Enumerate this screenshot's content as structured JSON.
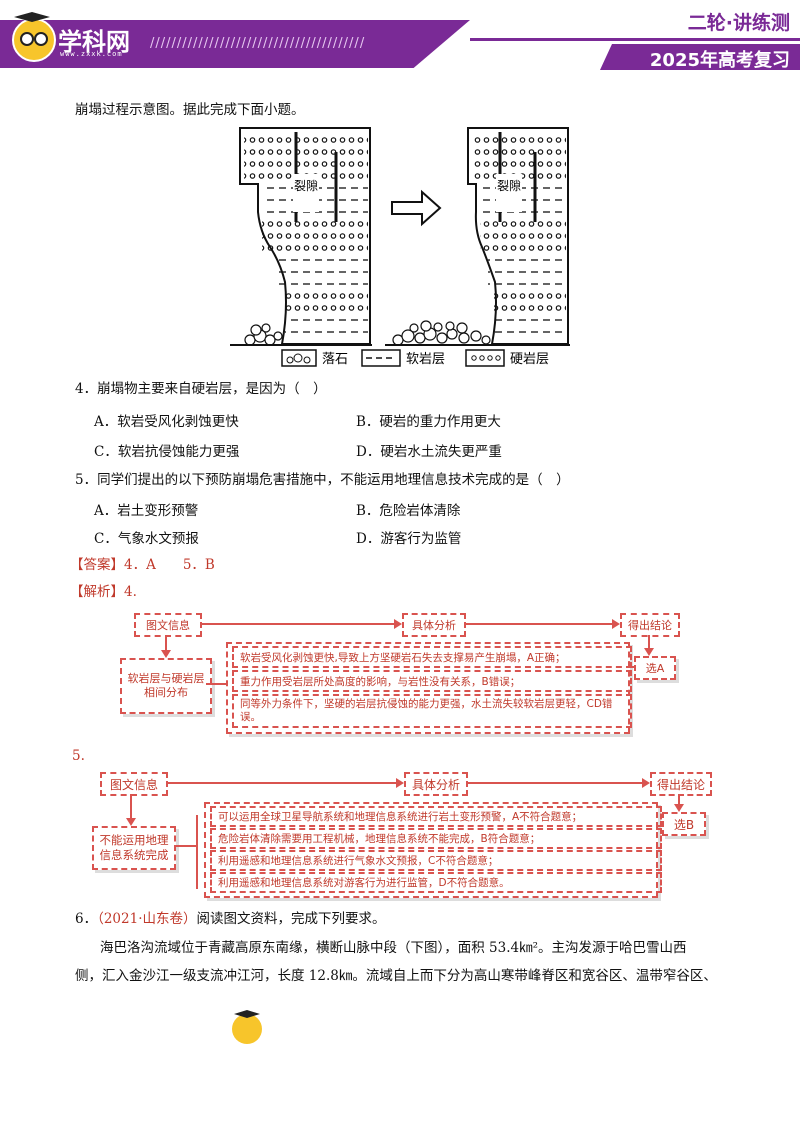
{
  "header": {
    "logo_text": "学科网",
    "logo_url": "www.zxxk.com",
    "stripes": "////////////////////////////////////////",
    "right_top": "二轮·讲练测",
    "right_bottom": "2025年高考复习"
  },
  "intro": "崩塌过程示意图。据此完成下面小题。",
  "figure": {
    "crack_label": "裂隙",
    "legend": [
      {
        "label": "落石",
        "icon": "rockfall-pattern"
      },
      {
        "label": "软岩层",
        "icon": "dashed-line-pattern"
      },
      {
        "label": "硬岩层",
        "icon": "dotted-circle-pattern"
      }
    ]
  },
  "questions": [
    {
      "stem": "4．崩塌物主要来自硬岩层，是因为（　）",
      "options": [
        "A．软岩受风化剥蚀更快",
        "B．硬岩的重力作用更大",
        "C．软岩抗侵蚀能力更强",
        "D．硬岩水土流失更严重"
      ]
    },
    {
      "stem": "5．同学们提出的以下预防崩塌危害措施中，不能运用地理信息技术完成的是（　）",
      "options": [
        "A．岩土变形预警",
        "B．危险岩体清除",
        "C．气象水文预报",
        "D．游客行为监管"
      ]
    }
  ],
  "answer": {
    "label": "【答案】",
    "text": "4．A　　5．B"
  },
  "analysis": {
    "label": "【解析】",
    "q4": "4.",
    "q5": "5."
  },
  "flow4": {
    "h1": "图文信息",
    "h2": "具体分析",
    "h3": "得出结论",
    "left": "软岩层与硬岩层相间分布",
    "rows": [
      "软岩受风化剥蚀更快,导致上方坚硬岩石失去支撑易产生崩塌，A正确；",
      "重力作用受岩层所处高度的影响，与岩性没有关系，B错误；",
      "同等外力条件下，坚硬的岩层抗侵蚀的能力更强，水土流失较软岩层更轻，CD错误。"
    ],
    "result": "选A"
  },
  "flow5": {
    "h1": "图文信息",
    "h2": "具体分析",
    "h3": "得出结论",
    "left": "不能运用地理信息系统完成",
    "rows": [
      "可以运用全球卫星导航系统和地理信息系统进行岩土变形预警，A不符合题意；",
      "危险岩体清除需要用工程机械，地理信息系统不能完成，B符合题意；",
      "利用遥感和地理信息系统进行气象水文预报，C不符合题意；",
      "利用遥感和地理信息系统对游客行为进行监管，D不符合题意。"
    ],
    "result": "选B"
  },
  "q6": {
    "num": "6．",
    "source": "（2021·山东卷）",
    "text": "阅读图文资料，完成下列要求。",
    "para_line1": "海巴洛沟流域位于青藏高原东南缘，横断山脉中段（下图），面积 53.4㎞²。主沟发源于哈巴雪山西",
    "para_line2": "侧，汇入金沙江一级支流冲江河，长度 12.8㎞。流域自上而下分为高山寒带峰脊区和宽谷区、温带窄谷区、"
  }
}
